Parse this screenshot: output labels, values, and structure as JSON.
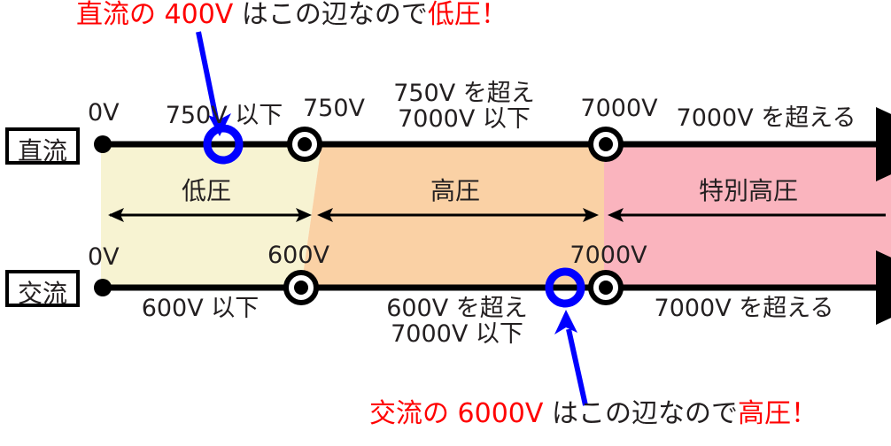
{
  "annotations": {
    "top": {
      "prefix": "直流の 400V ",
      "middle": "はこの辺なので",
      "suffix": "低圧！",
      "highlight_color": "#ff0000",
      "arrow_color": "#0000ff"
    },
    "bottom": {
      "prefix": "交流の 6000V ",
      "middle": "はこの辺なので",
      "suffix": "高圧！",
      "highlight_color": "#ff0000",
      "arrow_color": "#0000ff"
    }
  },
  "rows": {
    "dc": {
      "box_label": "直流",
      "zero_label": "0V",
      "tick_750": "750V",
      "tick_7000": "7000V",
      "range_low": "750V 以下",
      "range_mid_line1": "750V を超え",
      "range_mid_line2": "7000V 以下",
      "range_high": "7000V を超える",
      "marker_value": "400V"
    },
    "ac": {
      "box_label": "交流",
      "zero_label": "0V",
      "tick_600": "600V",
      "tick_7000": "7000V",
      "range_low": "600V 以下",
      "range_mid_line1": "600V を超え",
      "range_mid_line2": "7000V 以下",
      "range_high": "7000V を超える",
      "marker_value": "6000V"
    }
  },
  "bands": [
    {
      "label": "低圧",
      "color": "#f7f3d2"
    },
    {
      "label": "高圧",
      "color": "#fad1a5"
    },
    {
      "label": "特別高圧",
      "color": "#fab4be"
    }
  ],
  "colors": {
    "axis": "#000000",
    "marker_highlight": "#0000ff",
    "text": "#231f20",
    "band_low": "#f7f3d2",
    "band_high": "#fad1a5",
    "band_extra": "#fab4be"
  }
}
